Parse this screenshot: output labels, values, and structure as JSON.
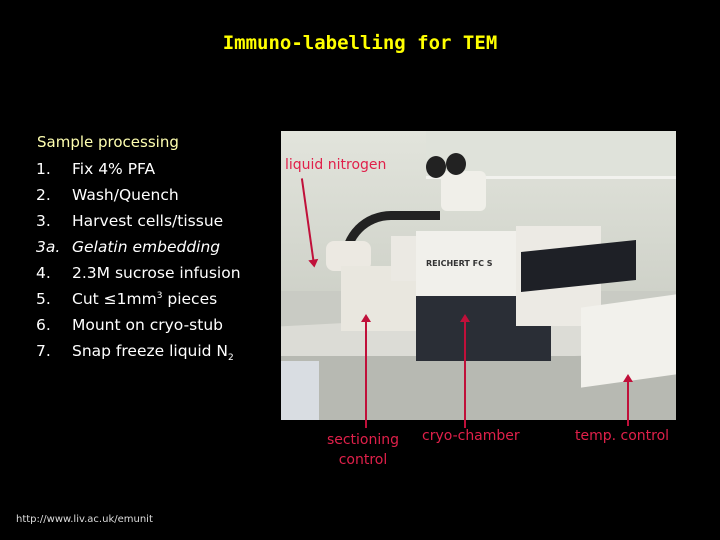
{
  "title": "Immuno-labelling for TEM",
  "section_heading": "Sample processing",
  "steps": [
    {
      "num": "1.",
      "text": "Fix 4% PFA"
    },
    {
      "num": "2.",
      "text": "Wash/Quench"
    },
    {
      "num": "3.",
      "text": "Harvest cells/tissue"
    },
    {
      "num": "3a.",
      "text": "Gelatin embedding",
      "italic": true
    },
    {
      "num": "4.",
      "text": "2.3M sucrose infusion"
    },
    {
      "num": "5.",
      "text": "Cut ≤1mm",
      "sup": "3",
      "after": " pieces"
    },
    {
      "num": "6.",
      "text": "Mount on cryo-stub"
    },
    {
      "num": "7.",
      "text": "Snap freeze liquid N",
      "sub": "2"
    }
  ],
  "photo_labels": {
    "liquid_nitrogen": "liquid nitrogen",
    "sectioning_control_1": "sectioning",
    "sectioning_control_2": "control",
    "cryo_chamber": "cryo-chamber",
    "temp_control": "temp. control"
  },
  "photo_brand_text": "REICHERT FC S",
  "footer_url": "http://www.liv.ac.uk/emunit",
  "colors": {
    "title": "#ffff00",
    "annotation": "#e0204a",
    "background": "#000000"
  }
}
